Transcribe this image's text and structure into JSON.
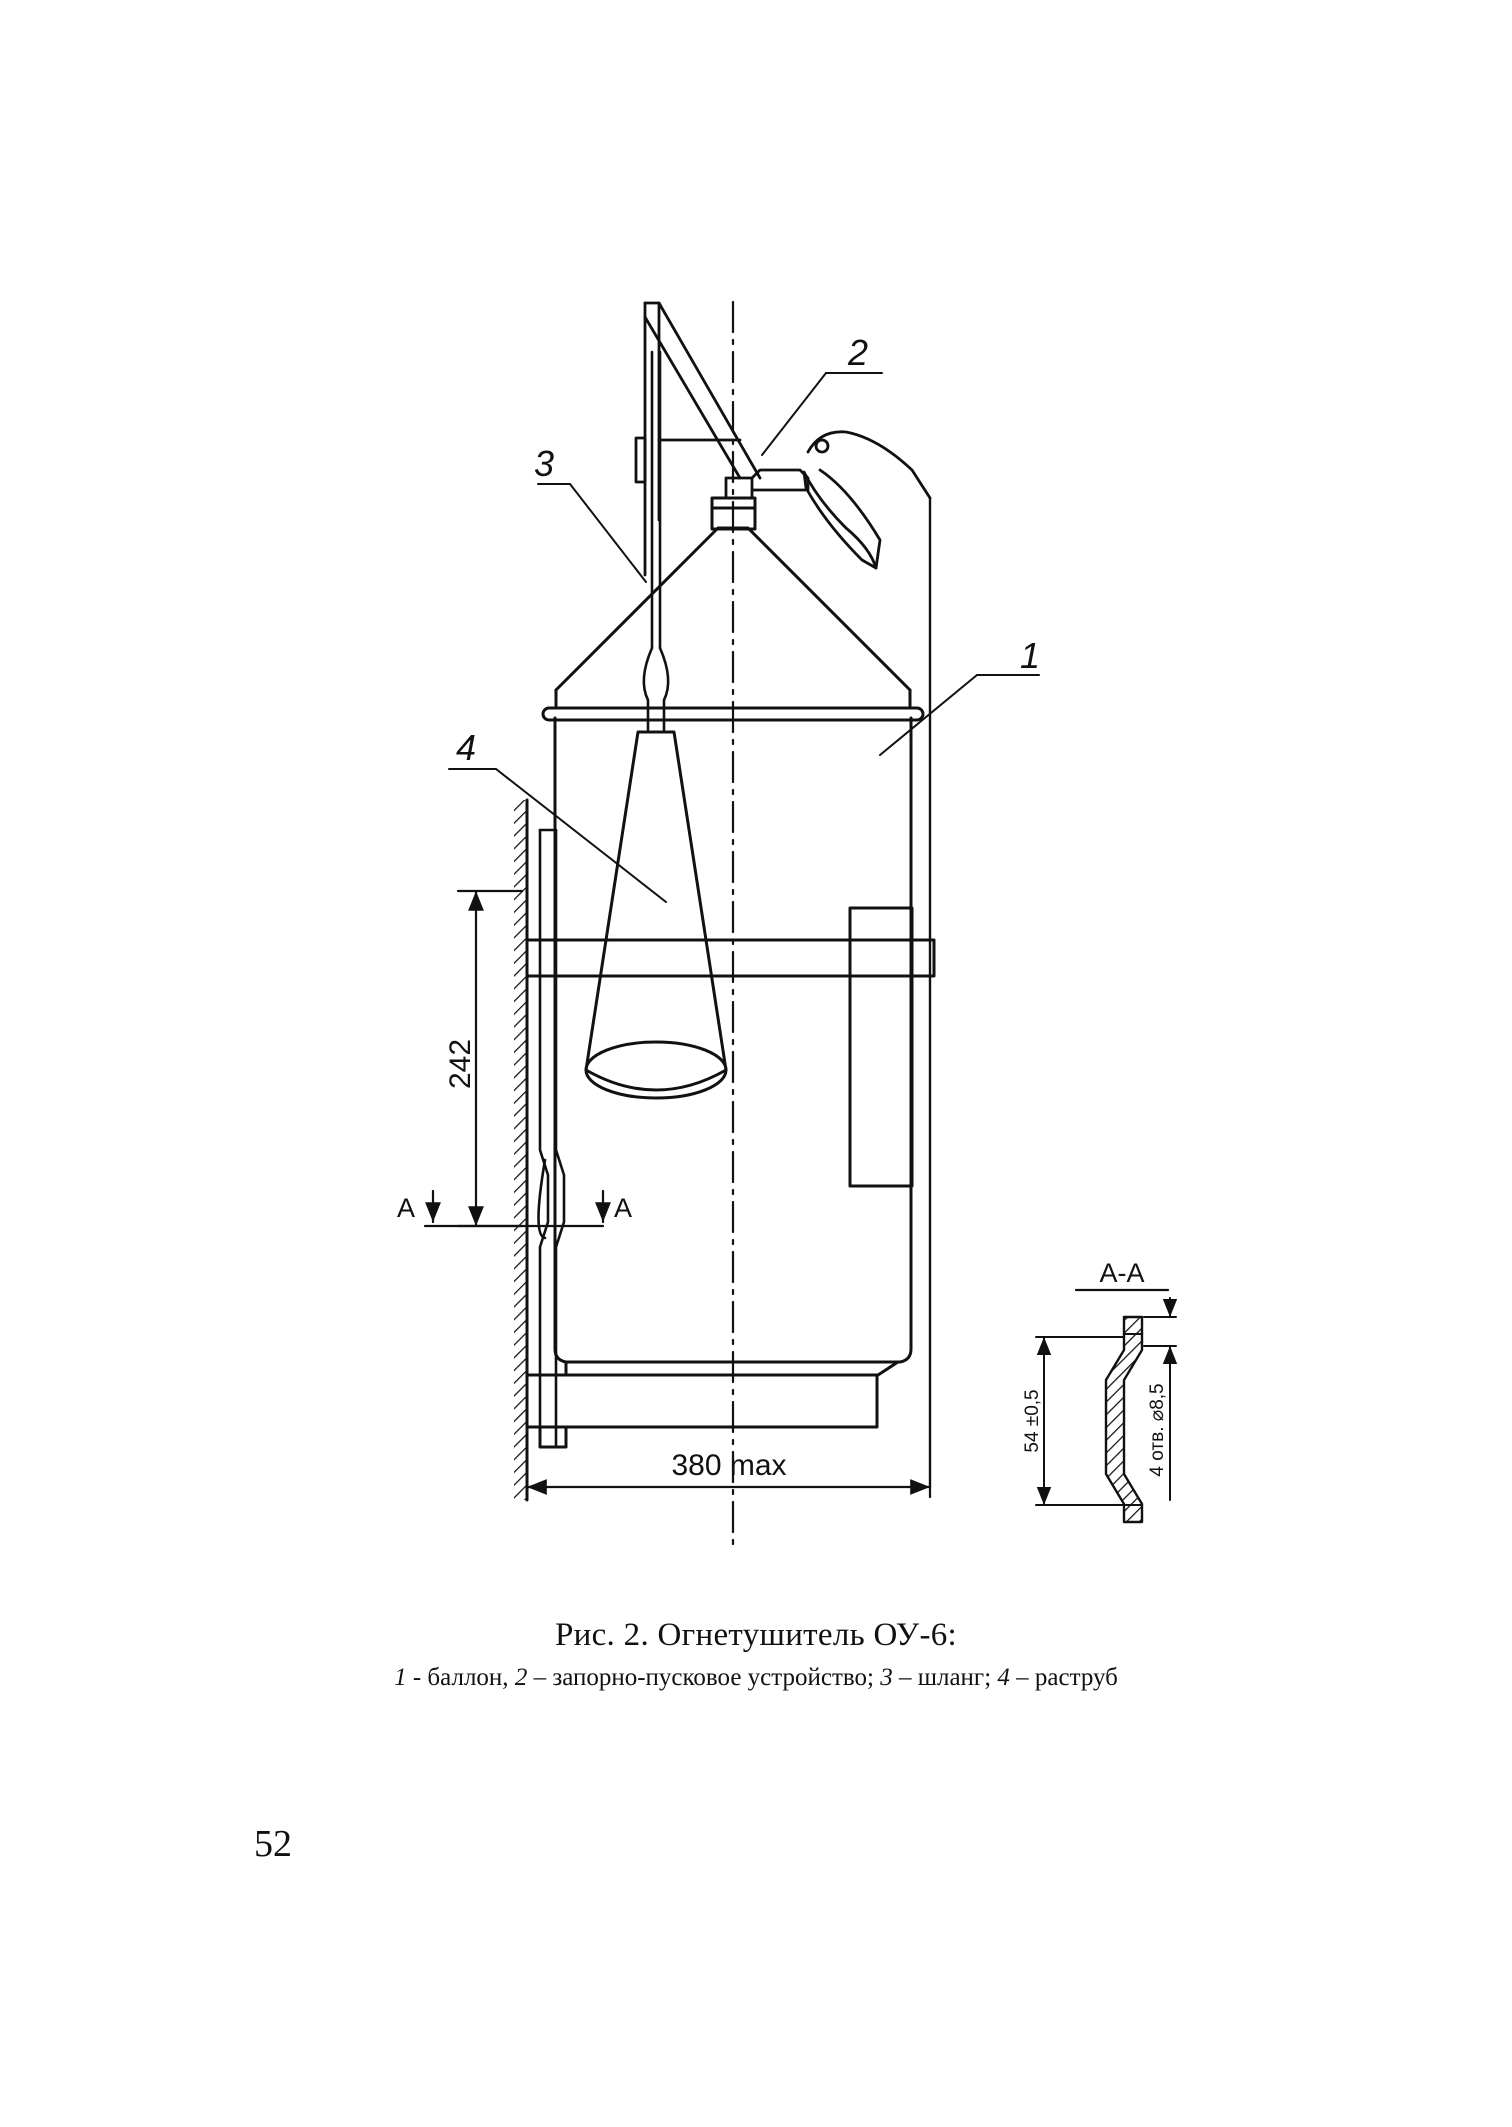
{
  "figure": {
    "callouts": [
      "1",
      "2",
      "3",
      "4"
    ],
    "dimensions": {
      "height": "242",
      "width": "380 max",
      "section_height": "54 ±0,5",
      "holes": "4 отв. ⌀8,5"
    },
    "section": {
      "marker": "A",
      "title": "A-A"
    }
  },
  "caption": {
    "title": "Рис. 2. Огнетушитель ОУ-6:",
    "legend": [
      {
        "num": "1",
        "text": " - баллон, "
      },
      {
        "num": "2",
        "text": " – запорно-пусковое устройство; "
      },
      {
        "num": "3",
        "text": " – шланг; "
      },
      {
        "num": "4",
        "text": " – раструб"
      }
    ]
  },
  "page_number": "52"
}
